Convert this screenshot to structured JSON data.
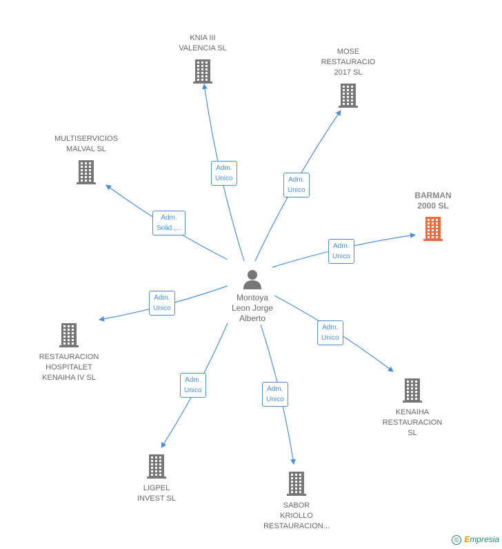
{
  "person": {
    "name": "Montoya\nLeon Jorge\nAlberto"
  },
  "companies": [
    {
      "id": "knia",
      "name": "KNIA III\nVALENCIA  SL",
      "role": "Adm.\nUnico",
      "highlight": false
    },
    {
      "id": "mose",
      "name": "MOSE\nRESTAURACIO\n2017  SL",
      "role": "Adm.\nUnico",
      "highlight": false
    },
    {
      "id": "multiservicios",
      "name": "MULTISERVICIOS\nMALVAL  SL",
      "role": "Adm.\nSolid.,...",
      "highlight": false
    },
    {
      "id": "barman",
      "name": "BARMAN\n2000  SL",
      "role": "Adm.\nUnico",
      "highlight": true
    },
    {
      "id": "restauracion-hospitalet",
      "name": "RESTAURACION\nHOSPITALET\nKENAIHA IV  SL",
      "role": "Adm.\nUnico",
      "highlight": false
    },
    {
      "id": "kenaiha",
      "name": "KENAIHA\nRESTAURACION\nSL",
      "role": "Adm.\nUnico",
      "highlight": false
    },
    {
      "id": "ligpel",
      "name": "LIGPEL\nINVEST  SL",
      "role": "Adm.\nUnico",
      "highlight": false
    },
    {
      "id": "sabor",
      "name": "SABOR\nKRIOLLO\nRESTAURACION...",
      "role": "Adm.\nUnico",
      "highlight": false
    }
  ],
  "colors": {
    "edge": "#4a8fd6",
    "building": "#777777",
    "building_highlight": "#f26b38",
    "person": "#777777"
  },
  "icons": {
    "company": "building-icon",
    "person": "person-icon"
  },
  "brand": {
    "copyright": "©",
    "first_letter": "E",
    "rest": "mpresia"
  }
}
